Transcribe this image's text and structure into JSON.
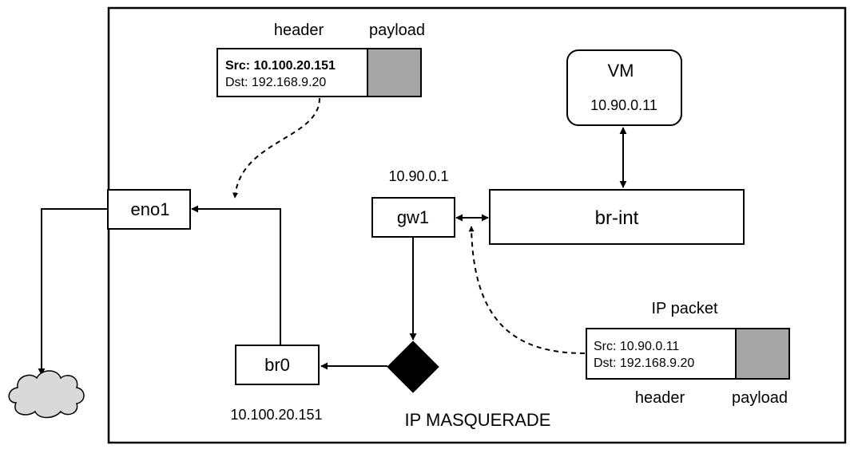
{
  "labels": {
    "header_top": "header",
    "payload_top": "payload",
    "packet_top_src": "Src: 10.100.20.151",
    "packet_top_dst": "Dst: 192.168.9.20",
    "vm_title": "VM",
    "vm_ip": "10.90.0.11",
    "gw_ip": "10.90.0.1",
    "eno1": "eno1",
    "gw1": "gw1",
    "br_int": "br-int",
    "ip_packet": "IP packet",
    "packet_bottom_src": "Src: 10.90.0.11",
    "packet_bottom_dst": "Dst: 192.168.9.20",
    "header_bottom": "header",
    "payload_bottom": "payload",
    "br0": "br0",
    "br0_ip": "10.100.20.151",
    "ip_masquerade": "IP MASQUERADE"
  },
  "colors": {
    "payload_fill": "#a6a6a6",
    "cloud_fill": "#d9d9d9",
    "stroke": "#000000"
  },
  "icons": {
    "cloud": "cloud-icon",
    "masquerade": "diamond-icon"
  }
}
